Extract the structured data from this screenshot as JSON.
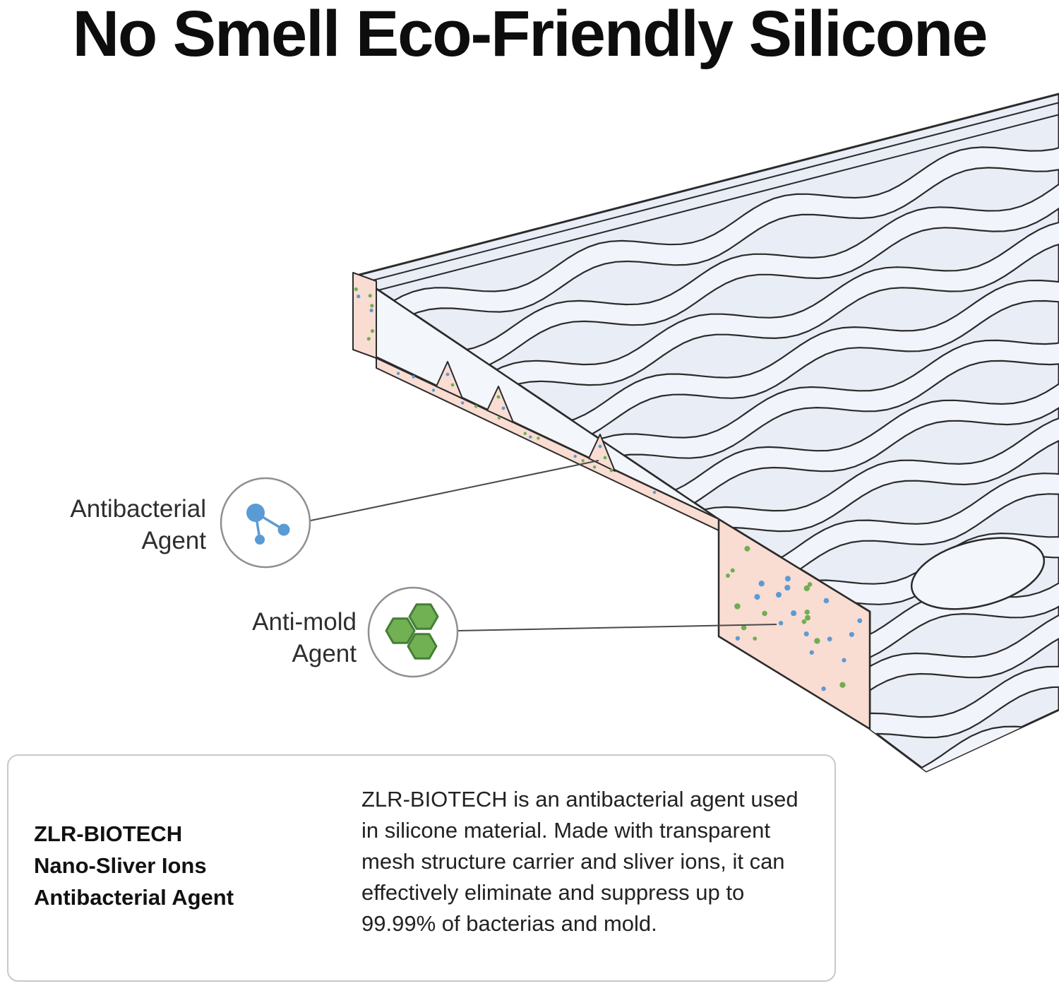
{
  "title": "No Smell Eco-Friendly Silicone",
  "callouts": [
    {
      "id": "antibacterial",
      "line1": "Antibacterial",
      "line2": "Agent",
      "icon": "molecule-icon"
    },
    {
      "id": "antimold",
      "line1": "Anti-mold",
      "line2": "Agent",
      "icon": "hexagon-cluster-icon"
    }
  ],
  "info_card": {
    "heading_line1": "ZLR-BIOTECH",
    "heading_line2": "Nano-Sliver Ions",
    "heading_line3": "Antibacterial Agent",
    "body": "ZLR-BIOTECH is an antibacterial agent used in silicone material. Made with transparent mesh structure carrier and sliver ions, it can effectively eliminate and suppress up to 99.99% of bacterias and mold."
  },
  "colors": {
    "background": "#ffffff",
    "mat_surface": "#e9edf6",
    "ridge_surface": "#f1f4fa",
    "cross_section_pink": "#f9dcd2",
    "outline": "#2b2b2b",
    "antibacterial_dot_blue": "#5b9bd5",
    "antimold_dot_green": "#6fae53",
    "callout_circle_border": "#8f8f8f",
    "card_border": "#c8c8c8"
  }
}
